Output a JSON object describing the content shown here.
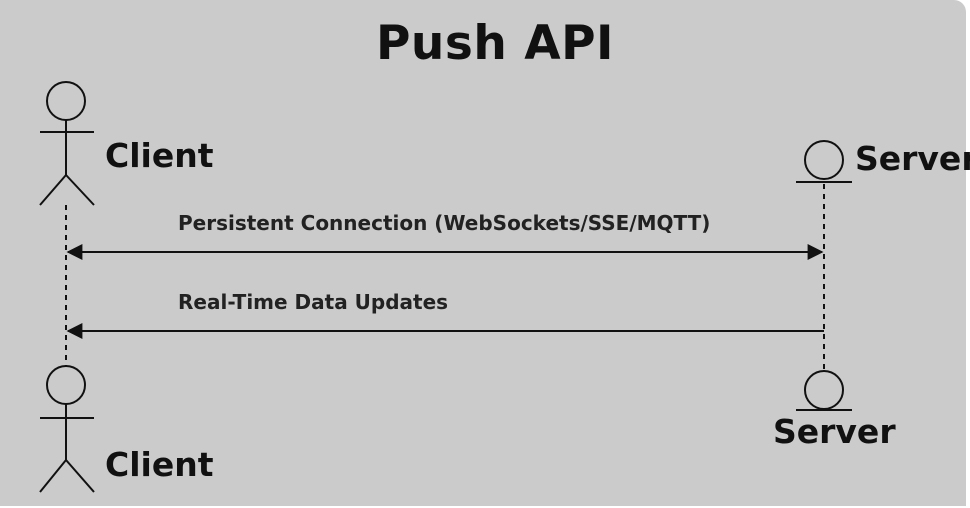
{
  "title": "Push API",
  "participants": {
    "client_top": "Client",
    "server_top": "Server",
    "client_bottom": "Client",
    "server_bottom": "Server"
  },
  "messages": [
    {
      "label": "Persistent Connection (WebSockets/SSE/MQTT)",
      "direction": "bidirectional"
    },
    {
      "label": "Real-Time Data Updates",
      "direction": "server-to-client"
    }
  ],
  "colors": {
    "background": "#cbcbcb",
    "stroke": "#111111",
    "text": "#111111"
  }
}
